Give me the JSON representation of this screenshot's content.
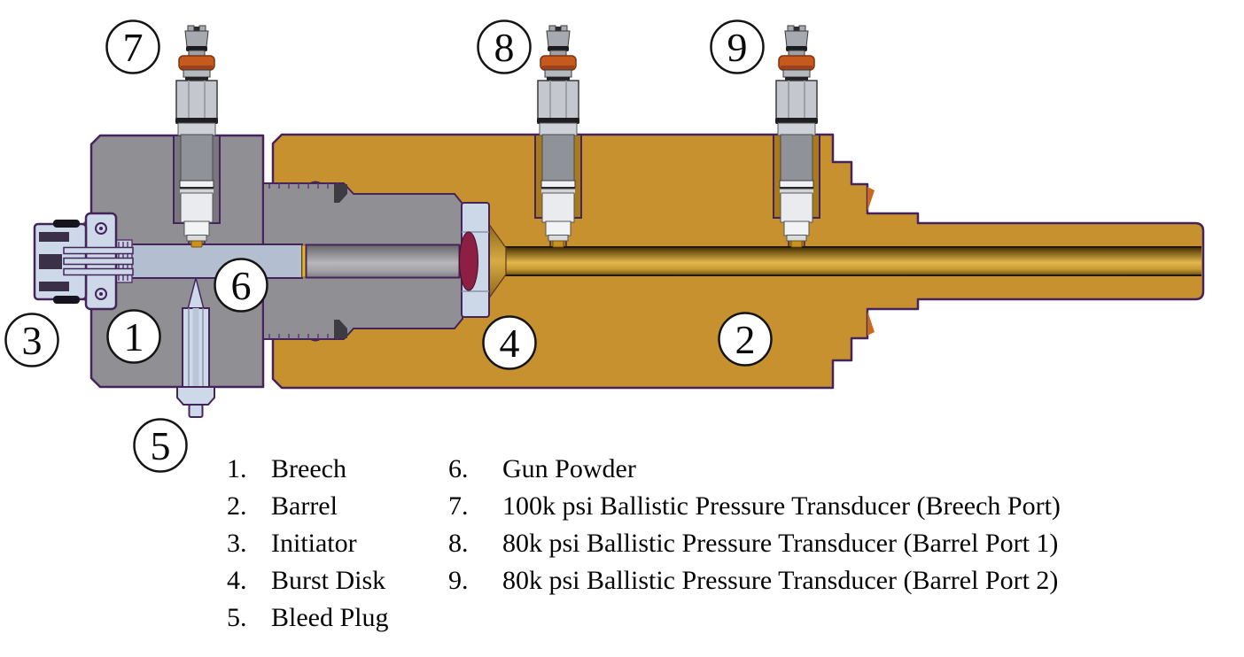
{
  "diagram": {
    "description": "Cross-section diagram of a ballistic pressure test gun assembly",
    "callouts": [
      {
        "n": "1",
        "label": "Breech"
      },
      {
        "n": "2",
        "label": "Barrel"
      },
      {
        "n": "3",
        "label": "Initiator"
      },
      {
        "n": "4",
        "label": "Burst Disk"
      },
      {
        "n": "5",
        "label": "Bleed Plug"
      },
      {
        "n": "6",
        "label": "Gun Powder"
      },
      {
        "n": "7",
        "label": "100k psi Ballistic Pressure Transducer (Breech Port)"
      },
      {
        "n": "8",
        "label": "80k psi Ballistic Pressure Transducer (Barrel Port 1)"
      },
      {
        "n": "9",
        "label": "80k psi Ballistic Pressure Transducer (Barrel Port 2)"
      }
    ],
    "legend": {
      "left": [
        {
          "num": "1.",
          "label": "Breech"
        },
        {
          "num": "2.",
          "label": "Barrel"
        },
        {
          "num": "3.",
          "label": "Initiator"
        },
        {
          "num": "4.",
          "label": "Burst Disk"
        },
        {
          "num": "5.",
          "label": "Bleed Plug"
        }
      ],
      "right": [
        {
          "num": "6.",
          "label": "Gun Powder"
        },
        {
          "num": "7.",
          "label": "100k psi Ballistic Pressure Transducer (Breech Port)"
        },
        {
          "num": "8.",
          "label": "80k psi Ballistic Pressure Transducer (Barrel Port 1)"
        },
        {
          "num": "9.",
          "label": "80k psi Ballistic Pressure Transducer (Barrel Port 2)"
        }
      ]
    },
    "colors": {
      "barrel_gold": "#c7912f",
      "breech_gray": "#8f8f94",
      "outline_purple": "#44245a",
      "powder_chamber_blue_gray": "#b3bfd0",
      "burst_disk_maroon": "#8e1f44",
      "transducer_seal_orange": "#c65a1e",
      "initiator_light_blue": "#cdd8e8"
    }
  }
}
